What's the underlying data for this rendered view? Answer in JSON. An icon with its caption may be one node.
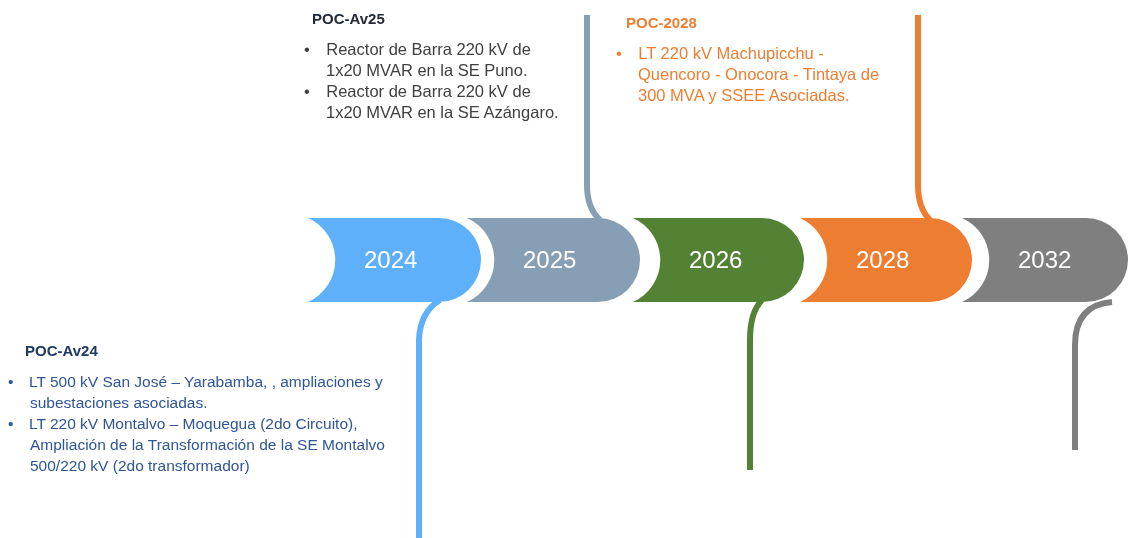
{
  "diagram": {
    "nodes": [
      {
        "text": [
          "2024"
        ],
        "beside": [
          "POC-Av24",
          "• LT 500 kV San José – Yarabamba, , ampliaciones y subestaciones asociadas.",
          "• LT 220 kV Montalvo – Moquegua (2do Circuito), Ampliación de la Transformación de la SE Montalvo 500/220 kV (2do transformador)"
        ]
      },
      {
        "text": [
          "2025"
        ],
        "beside": [
          "POC-Av25",
          "• Reactor de Barra 220 kV de 1x20 MVAR en la SE Puno.",
          "• Reactor de Barra 220 kV de 1x20 MVAR en la SE Azángaro."
        ]
      },
      {
        "text": [
          "2026"
        ]
      },
      {
        "text": [
          "2028"
        ],
        "beside": [
          "POC-2028",
          "• LT 220 kV Machupicchu - Quencoro - Onocora - Tintaya de 300 MVA y SSEE Asociadas."
        ]
      },
      {
        "text": [
          "2032"
        ]
      }
    ],
    "edges": []
  }
}
